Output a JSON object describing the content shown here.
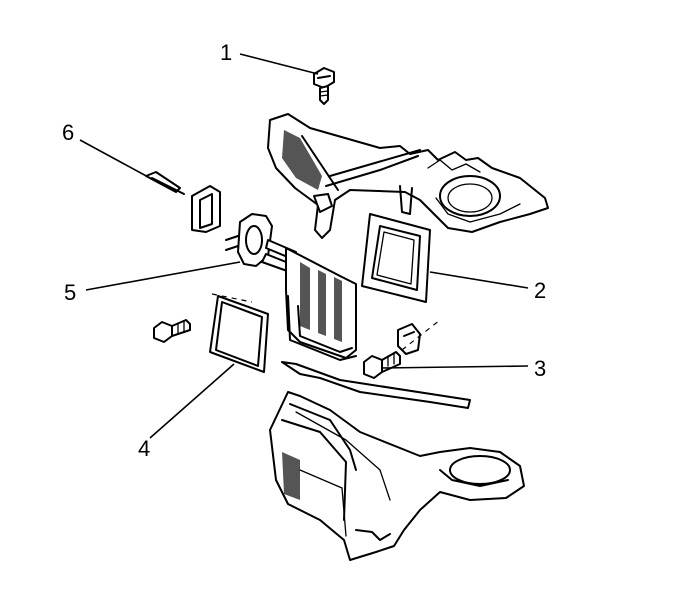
{
  "callouts": [
    {
      "id": "1",
      "label": "1",
      "part": "upper-case-screw"
    },
    {
      "id": "2",
      "label": "2",
      "part": "filter-seal"
    },
    {
      "id": "3",
      "label": "3",
      "part": "evaporator-screw"
    },
    {
      "id": "4",
      "label": "4",
      "part": "evaporator-seal"
    },
    {
      "id": "5",
      "label": "5",
      "part": "evaporator-core"
    },
    {
      "id": "6",
      "label": "6",
      "part": "retaining-clip"
    }
  ],
  "colors": {
    "line": "#000000",
    "background": "#ffffff",
    "shading": "#555555"
  }
}
